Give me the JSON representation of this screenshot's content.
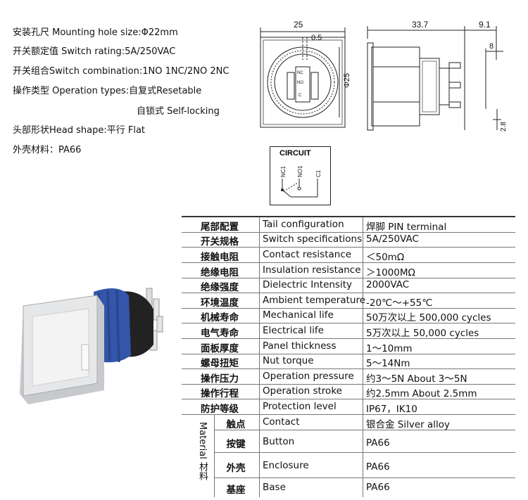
{
  "specs": [
    "安装孔尺 Mounting hole size:Φ22mm",
    "开关额定值 Switch rating:5A/250VAC",
    "开关组合Switch combination:1NO 1NC/2NO 2NC",
    "操作类型 Operation types:自复式Resetable",
    "自锁式 Self-locking",
    "头部形状Head shape:平行 Flat",
    "外壳材料：PA66"
  ],
  "drawing": {
    "dim_width": "25",
    "dim_gap": "0.5",
    "dim_diameter": "Φ25",
    "dim_depth": "33.7",
    "dim_terminal": "9.1",
    "dim_pin": "8",
    "dim_base": "2.8",
    "contact_nc": "NC",
    "contact_no": "NO",
    "contact_c": "C"
  },
  "circuit": {
    "title": "CIRCUIT",
    "pin1": "NC1",
    "pin2": "NO1",
    "pin3": "C1"
  },
  "table": {
    "rows": [
      {
        "cn": "尾部配置",
        "en": "Tail configuration",
        "value": "焊脚 PIN terminal"
      },
      {
        "cn": "开关规格",
        "en": "Switch specifications",
        "value": "5A/250VAC"
      },
      {
        "cn": "接触电阻",
        "en": "Contact resistance",
        "value": "＜50mΩ"
      },
      {
        "cn": "绝缘电阻",
        "en": "Insulation resistance",
        "value": "＞1000MΩ"
      },
      {
        "cn": "绝缘强度",
        "en": "Dielectric Intensity",
        "value": "2000VAC"
      },
      {
        "cn": "环境温度",
        "en": "Ambient temperature",
        "value": "-20℃～+55℃"
      },
      {
        "cn": "机械寿命",
        "en": "Mechanical life",
        "value": "50万次以上 500,000 cycles"
      },
      {
        "cn": "电气寿命",
        "en": "Electrical life",
        "value": "5万次以上 50,000  cycles"
      },
      {
        "cn": "面板厚度",
        "en": "Panel thickness",
        "value": "1～10mm"
      },
      {
        "cn": "螺母扭矩",
        "en": "Nut torque",
        "value": "5～14Nm"
      },
      {
        "cn": "操作压力",
        "en": "Operation pressure",
        "value": "约3～5N About 3～5N"
      },
      {
        "cn": "操作行程",
        "en": "Operation stroke",
        "value": "约2.5mm About 2.5mm"
      },
      {
        "cn": "防护等级",
        "en": "Protection level",
        "value": "IP67，IK10"
      }
    ],
    "material_label": "Material 材料",
    "material_rows": [
      {
        "cn": "触点",
        "en": "Contact",
        "value": "银合金 Silver alloy"
      },
      {
        "cn": "按键",
        "en": "Button",
        "value": "PA66"
      },
      {
        "cn": "外壳",
        "en": "Enclosure",
        "value": "PA66"
      },
      {
        "cn": "基座",
        "en": "Base",
        "value": "PA66"
      }
    ]
  }
}
